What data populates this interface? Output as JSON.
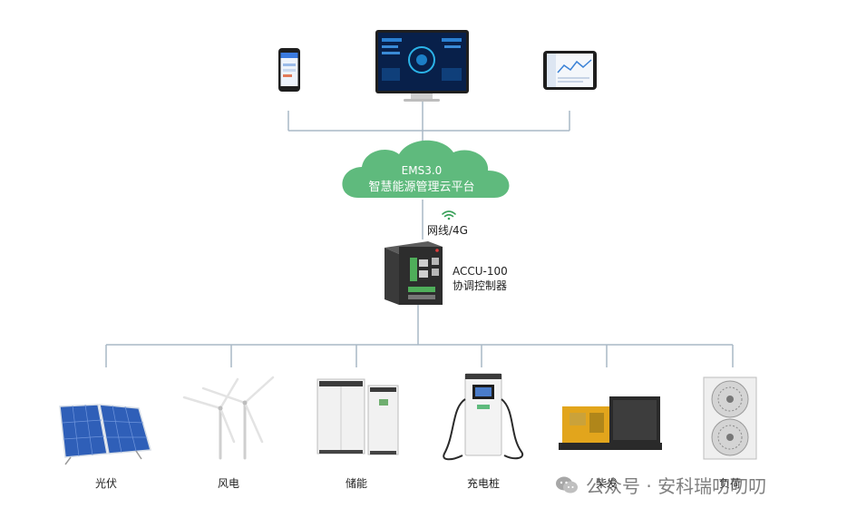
{
  "cloud": {
    "title": "EMS3.0",
    "subtitle": "智慧能源管理云平台",
    "color": "#5fba7d"
  },
  "network": {
    "label": "网线/4G",
    "accent": "#3aa15a"
  },
  "controller": {
    "model": "ACCU-100",
    "name": "协调控制器"
  },
  "devices": [
    {
      "label": "光伏"
    },
    {
      "label": "风电"
    },
    {
      "label": "储能"
    },
    {
      "label": "充电桩"
    },
    {
      "label": "柴发"
    },
    {
      "label": "负荷"
    }
  ],
  "watermark": {
    "text": "公众号 · 安科瑞叨叨叨",
    "icon": "wechat-icon"
  },
  "colors": {
    "line": "#a9b8c6",
    "panel": "#2f5fb8",
    "text": "#222222"
  }
}
